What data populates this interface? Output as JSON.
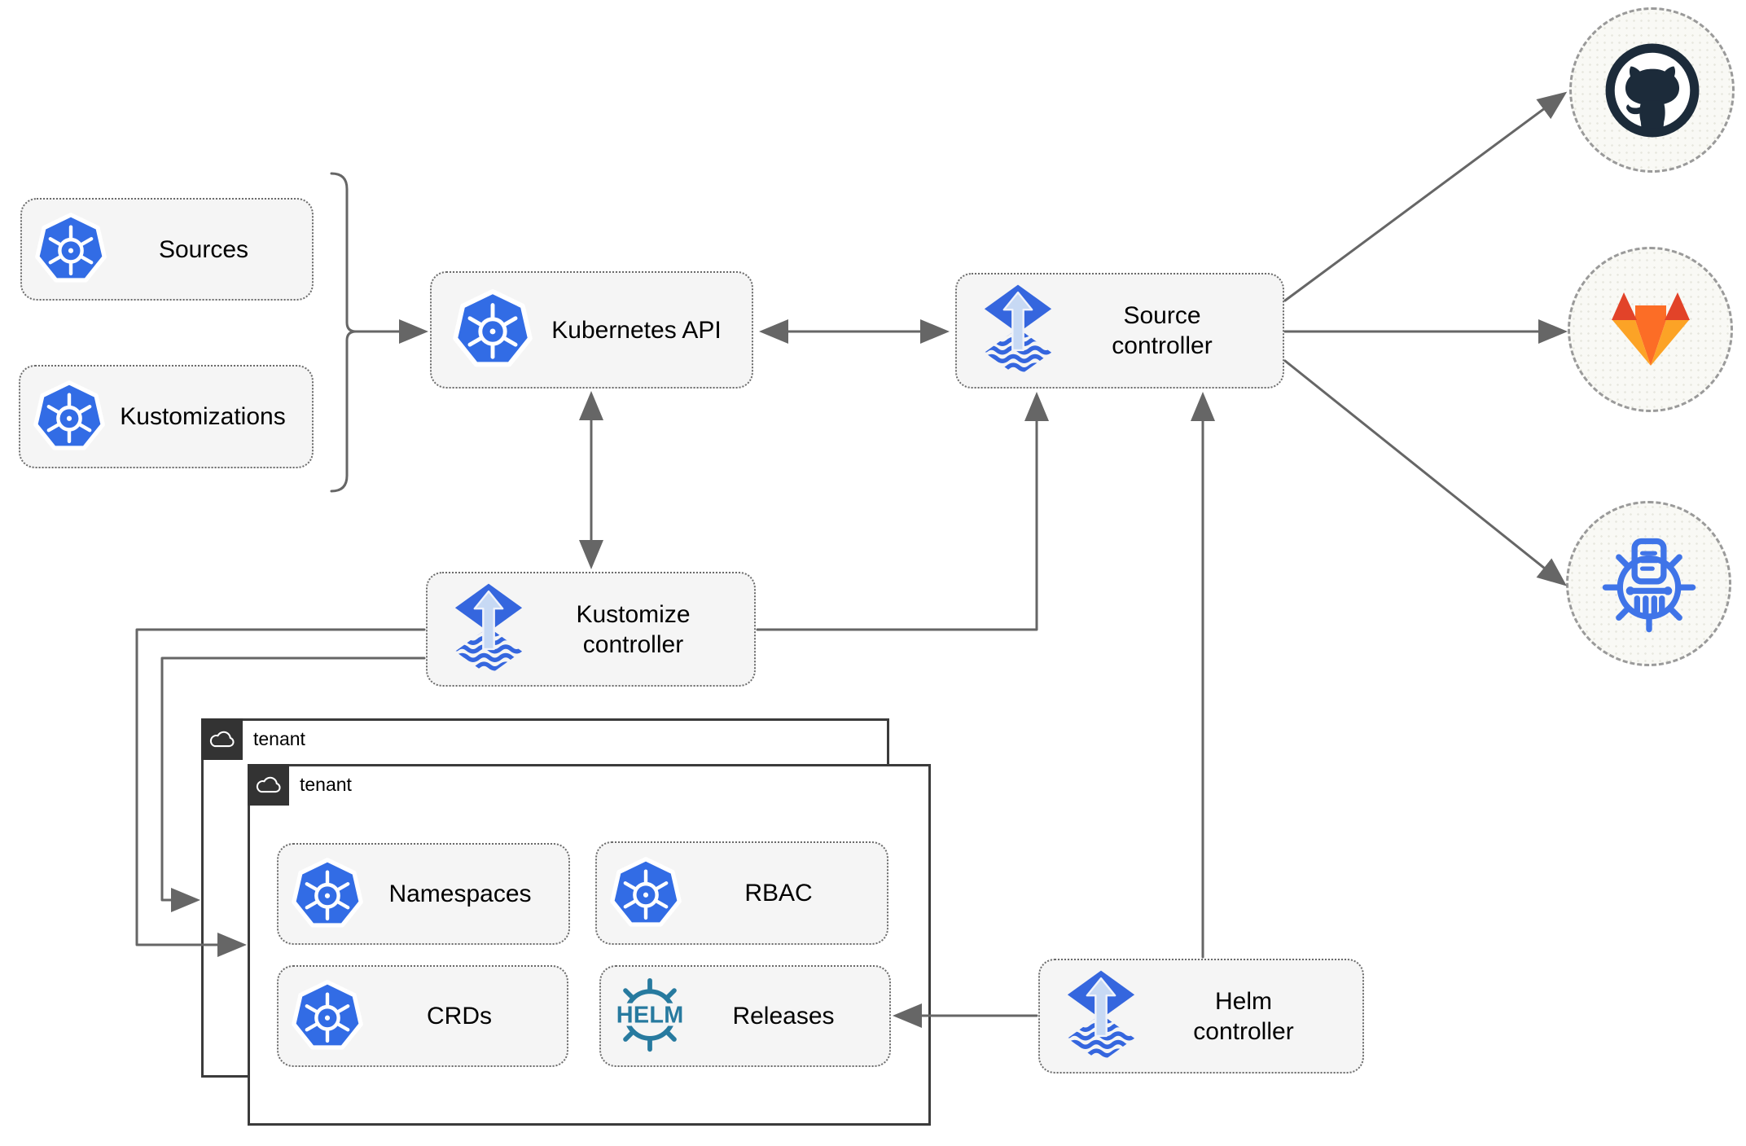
{
  "colors": {
    "line": "#666666",
    "box_fill": "#f5f5f5",
    "box_border": "#6b6b6b",
    "tenant_border": "#3b3b3b",
    "tenant_tab": "#333333",
    "circle_border": "#9a9a9a",
    "kubernetes_blue": "#326ce5",
    "flux_blue": "#3566de",
    "flux_arrow": "#c7d9f4",
    "helm_teal": "#277a9f",
    "github_dark": "#1c2b3a",
    "gitlab_dark_orange": "#e24329",
    "gitlab_orange": "#fc6d26",
    "gitlab_light_orange": "#fca326",
    "chartmuseum_blue": "#3f74e8"
  },
  "nodes": {
    "sources": {
      "label": "Sources",
      "icon": "kubernetes-icon"
    },
    "kustomizations": {
      "label": "Kustomizations",
      "icon": "kubernetes-icon"
    },
    "kubernetes_api": {
      "label": "Kubernetes API",
      "icon": "kubernetes-icon"
    },
    "source_controller": {
      "label": "Source\ncontroller",
      "icon": "flux-icon"
    },
    "kustomize_controller": {
      "label": "Kustomize\ncontroller",
      "icon": "flux-icon"
    },
    "helm_controller": {
      "label": "Helm\ncontroller",
      "icon": "flux-icon"
    },
    "tenant_back": {
      "label": "tenant",
      "icon": "cloud-icon"
    },
    "tenant_front": {
      "label": "tenant",
      "icon": "cloud-icon"
    },
    "namespaces": {
      "label": "Namespaces",
      "icon": "kubernetes-icon"
    },
    "rbac": {
      "label": "RBAC",
      "icon": "kubernetes-icon"
    },
    "crds": {
      "label": "CRDs",
      "icon": "kubernetes-icon"
    },
    "releases": {
      "label": "Releases",
      "icon": "helm-wheel-icon",
      "icon_text": "HELM"
    }
  },
  "endpoints": {
    "github": {
      "icon": "github-icon"
    },
    "gitlab": {
      "icon": "gitlab-icon"
    },
    "chartmuseum": {
      "icon": "chartmuseum-helm-repository-icon"
    }
  },
  "edges": [
    {
      "from": "sources + kustomizations (bracket)",
      "to": "kubernetes_api",
      "arrow": "single"
    },
    {
      "from": "kubernetes_api",
      "to": "source_controller",
      "arrow": "double"
    },
    {
      "from": "kubernetes_api",
      "to": "kustomize_controller",
      "arrow": "double"
    },
    {
      "from": "kustomize_controller",
      "to": "source_controller",
      "arrow": "single"
    },
    {
      "from": "kustomize_controller",
      "to": "tenant_front",
      "arrow": "single"
    },
    {
      "from": "kustomize_controller",
      "to": "tenant_back",
      "arrow": "single"
    },
    {
      "from": "helm_controller",
      "to": "source_controller",
      "arrow": "single"
    },
    {
      "from": "helm_controller",
      "to": "releases",
      "arrow": "single"
    },
    {
      "from": "source_controller",
      "to": "github",
      "arrow": "single"
    },
    {
      "from": "source_controller",
      "to": "gitlab",
      "arrow": "single"
    },
    {
      "from": "source_controller",
      "to": "chartmuseum",
      "arrow": "single"
    }
  ]
}
